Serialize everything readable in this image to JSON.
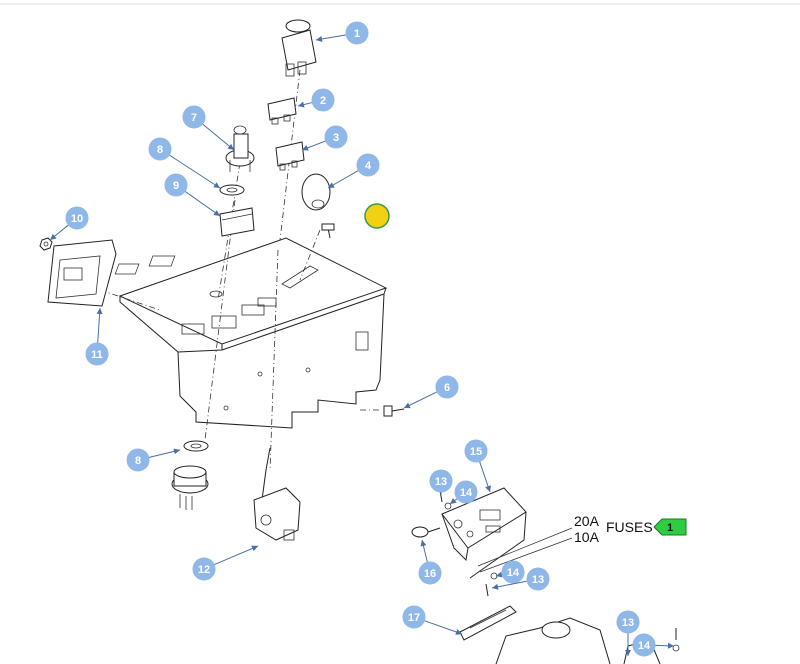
{
  "callouts": [
    {
      "id": "c1",
      "label": "1"
    },
    {
      "id": "c2",
      "label": "2"
    },
    {
      "id": "c3",
      "label": "3"
    },
    {
      "id": "c4",
      "label": "4"
    },
    {
      "id": "c6",
      "label": "6"
    },
    {
      "id": "c7",
      "label": "7"
    },
    {
      "id": "c8a",
      "label": "8"
    },
    {
      "id": "c9",
      "label": "9"
    },
    {
      "id": "c10",
      "label": "10"
    },
    {
      "id": "c11",
      "label": "11"
    },
    {
      "id": "c8b",
      "label": "8"
    },
    {
      "id": "c12",
      "label": "12"
    },
    {
      "id": "c15",
      "label": "15"
    },
    {
      "id": "c13a",
      "label": "13"
    },
    {
      "id": "c14a",
      "label": "14"
    },
    {
      "id": "c16",
      "label": "16"
    },
    {
      "id": "c14b",
      "label": "14"
    },
    {
      "id": "c13b",
      "label": "13"
    },
    {
      "id": "c17",
      "label": "17"
    },
    {
      "id": "c13c",
      "label": "13"
    },
    {
      "id": "c14c",
      "label": "14"
    }
  ],
  "fuses": {
    "amp_20": "20A",
    "amp_10": "10A",
    "label": "FUSES",
    "badge": "1"
  },
  "colors": {
    "callout_fill": "#8fb8e8",
    "callout_line": "#4a6fa5",
    "marker_fill": "#f2d014",
    "marker_edge": "#3a9a4a",
    "fuse_badge_fill": "#2ecc40"
  }
}
